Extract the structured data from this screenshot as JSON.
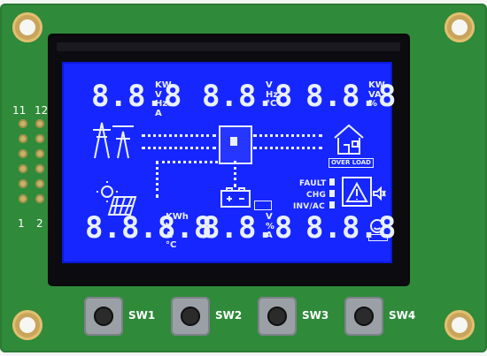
{
  "board": {
    "pin_labels": {
      "top_left": "11",
      "top_right": "12",
      "bottom_left": "1",
      "bottom_right": "2"
    },
    "buttons": [
      {
        "label": "SW1"
      },
      {
        "label": "SW2"
      },
      {
        "label": "SW3"
      },
      {
        "label": "SW4"
      }
    ]
  },
  "lcd": {
    "readouts": {
      "top_left": {
        "value": "8.8.8",
        "units": "KW\nV\nHz\nA"
      },
      "top_center": {
        "value": "8.8.8",
        "units": "V\nHz\n°C"
      },
      "top_right": {
        "value": "8.8.8",
        "units": "KW\nVA\n%"
      },
      "bottom_left": {
        "value": "8.8.8.8",
        "units": "KWh\nV\nA\n°C"
      },
      "bottom_center": {
        "value": "8.8.8",
        "units": "V\n%\nA"
      },
      "bottom_right": {
        "value": "8.8.8",
        "units": ""
      }
    },
    "labels": {
      "fault": "FAULT",
      "chg": "CHG",
      "inv_ac": "INV/AC",
      "overload": "OVER LOAD"
    },
    "colors": {
      "screen": "#1626ff",
      "segment": "#e9f0ff",
      "pcb": "#2f8a3a"
    },
    "icons": {
      "grid": "power-tower-icon",
      "solar": "solar-panel-icon",
      "inverter": "inverter-box-icon",
      "home": "house-icon",
      "battery": "battery-icon",
      "status": "warning-triangle-icon",
      "mute": "speaker-mute-icon",
      "face": "smiley-icon"
    }
  }
}
